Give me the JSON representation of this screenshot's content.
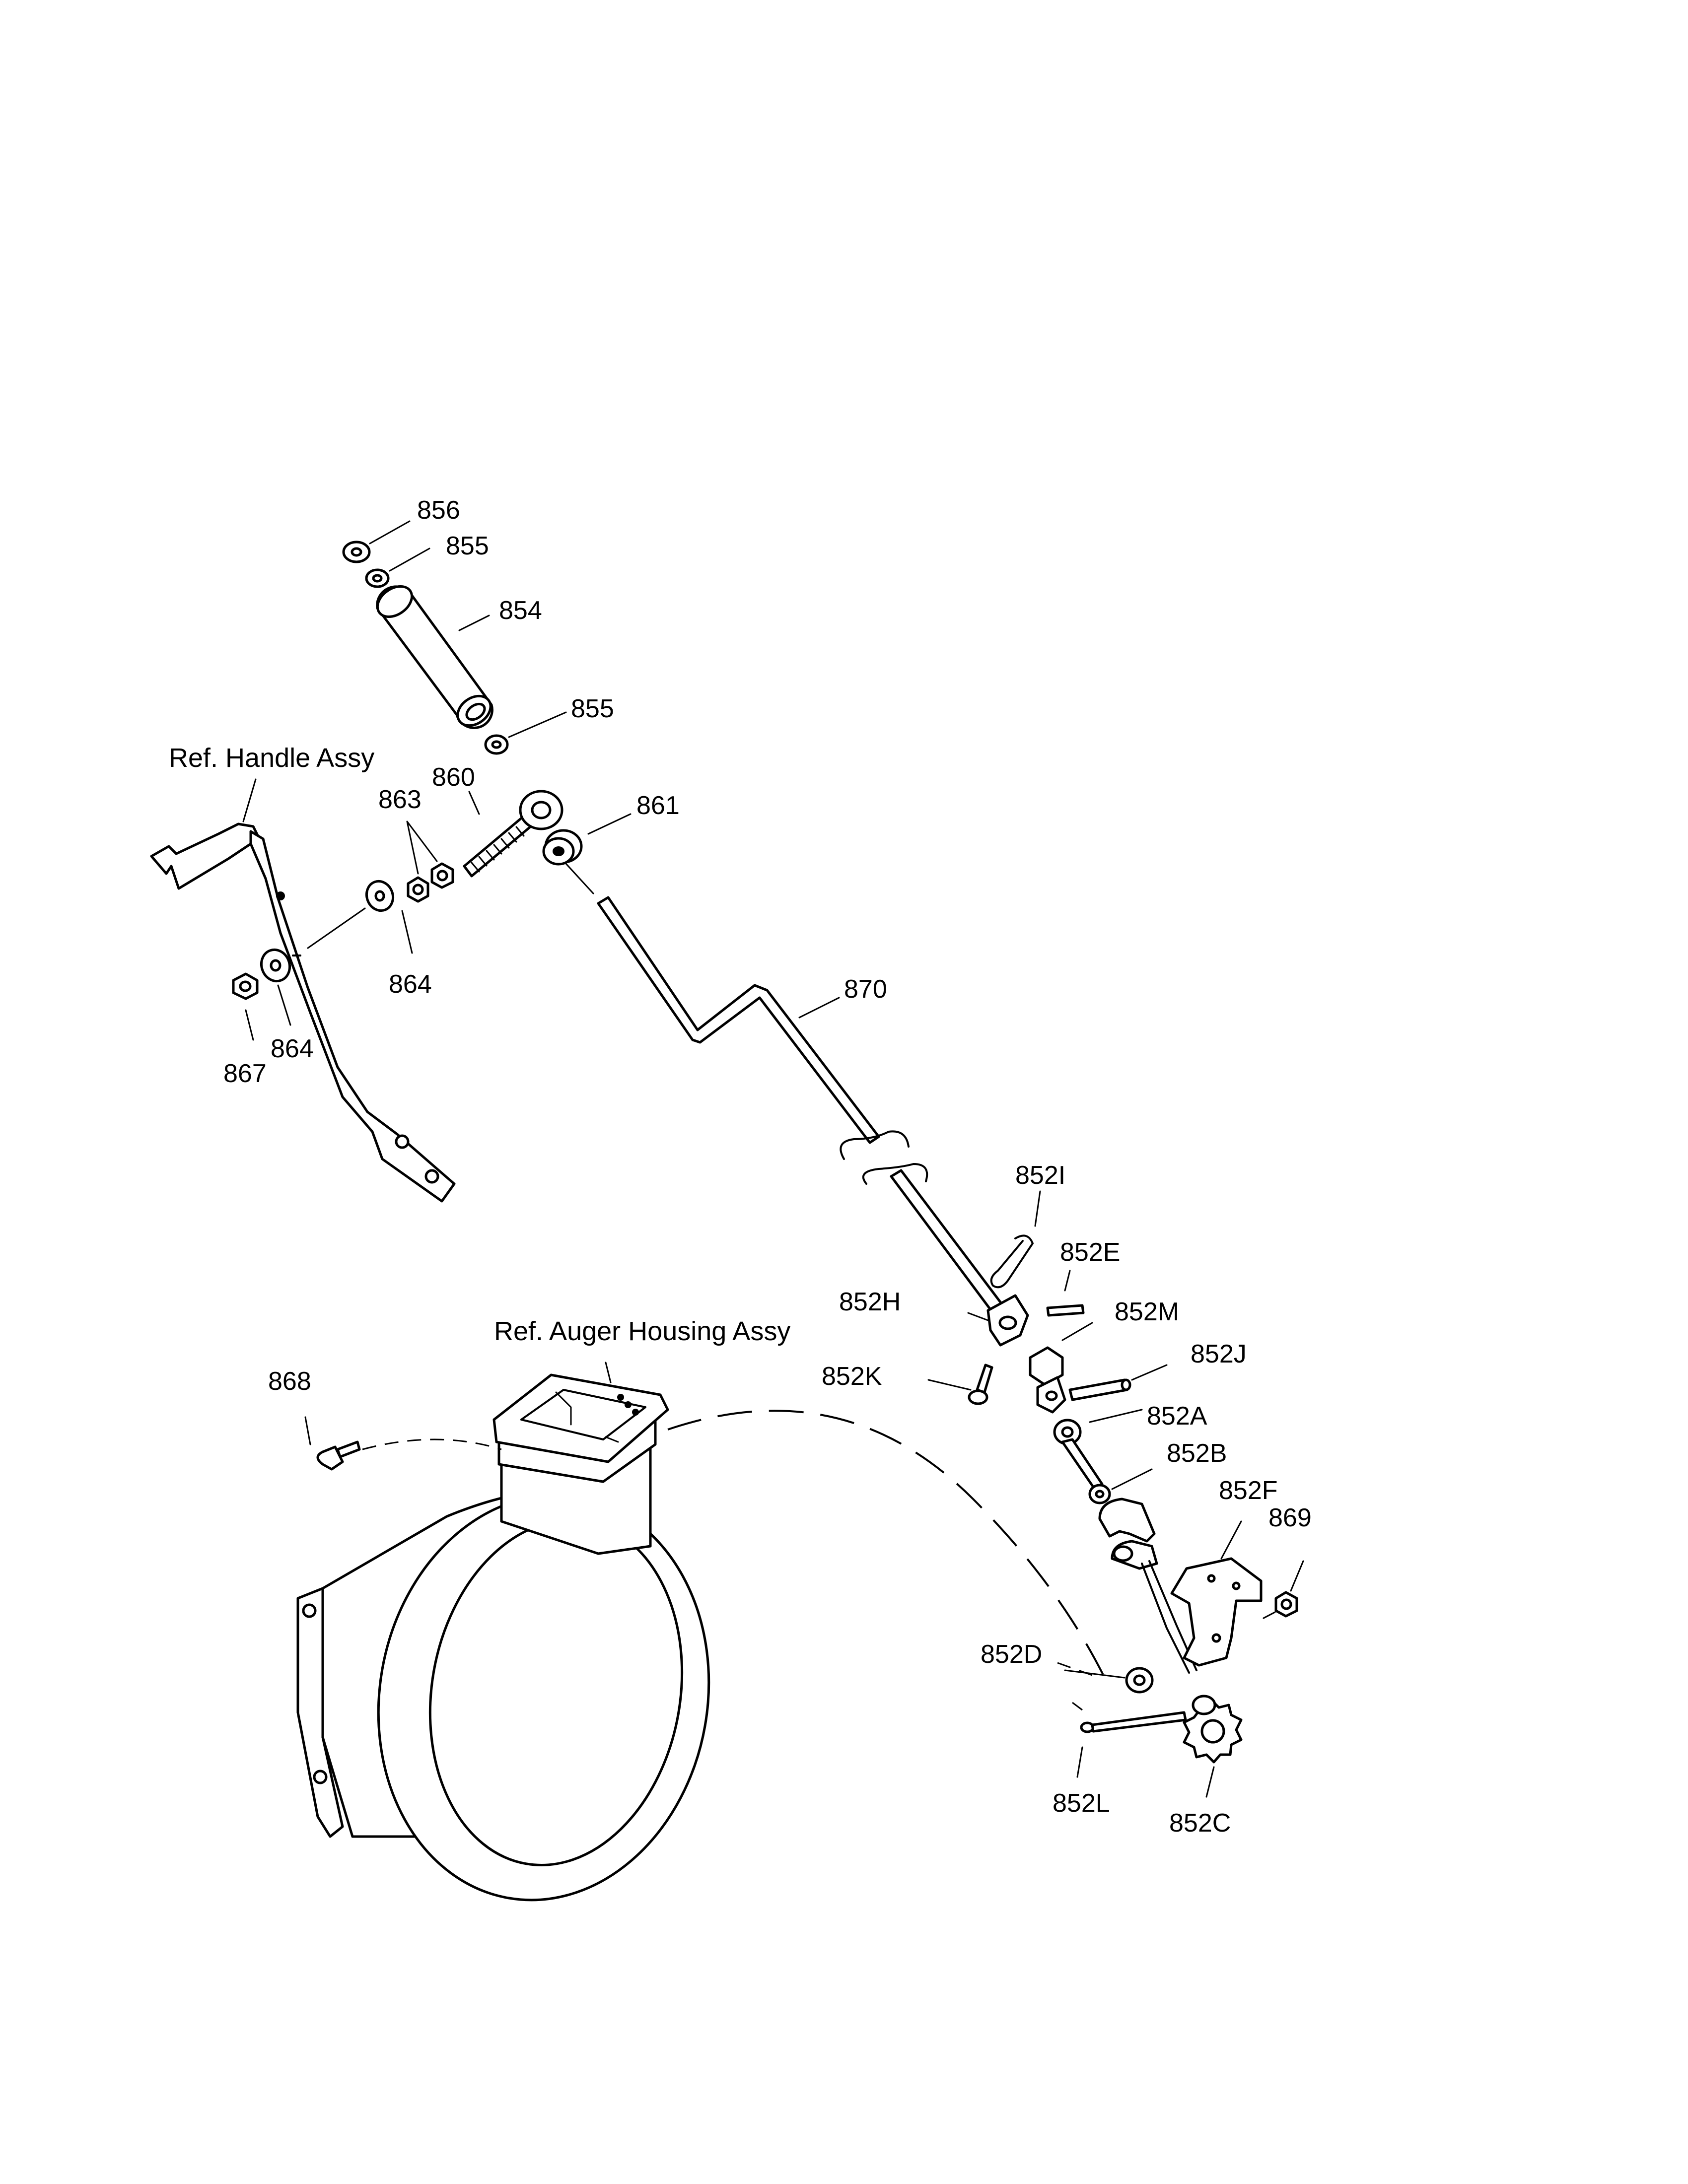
{
  "references": {
    "handle_assy": "Ref. Handle Assy",
    "auger_housing_assy": "Ref. Auger Housing Assy"
  },
  "callouts": {
    "c856": "856",
    "c855_top": "855",
    "c854": "854",
    "c855_mid": "855",
    "c860": "860",
    "c863": "863",
    "c861": "861",
    "c864_a": "864",
    "c864_b": "864",
    "c867": "867",
    "c870": "870",
    "c852I": "852I",
    "c852E": "852E",
    "c852H": "852H",
    "c852M": "852M",
    "c852J": "852J",
    "c852K": "852K",
    "c852A": "852A",
    "c852B": "852B",
    "c852F": "852F",
    "c869": "869",
    "c868": "868",
    "c852D": "852D",
    "c852L": "852L",
    "c852C": "852C"
  }
}
